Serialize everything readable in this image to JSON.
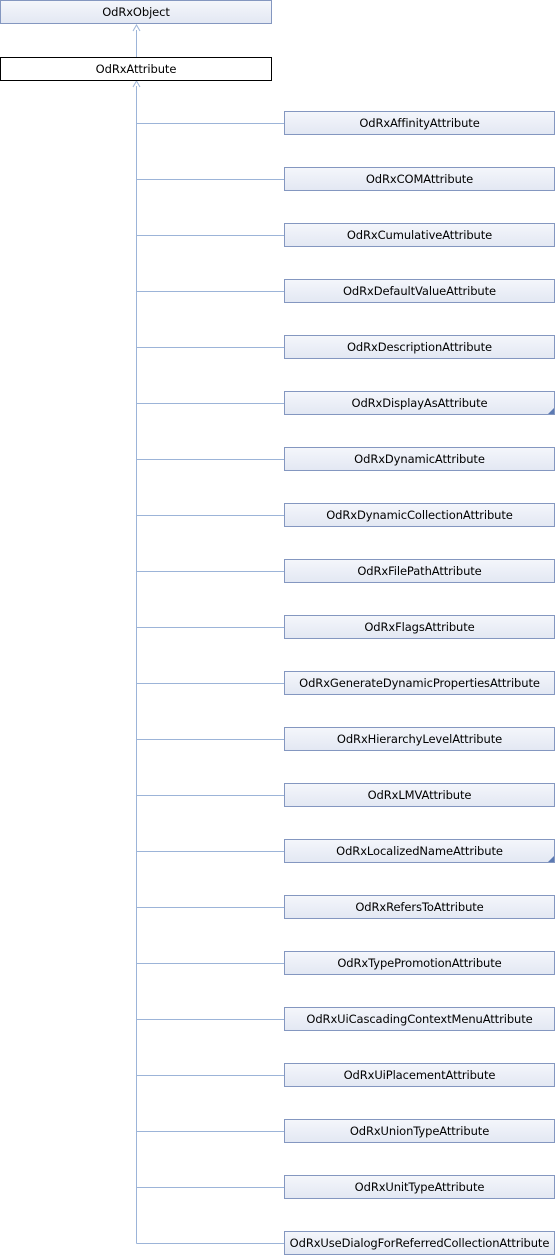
{
  "root": {
    "label": "OdRxObject"
  },
  "current": {
    "label": "OdRxAttribute"
  },
  "children": [
    {
      "label": "OdRxAffinityAttribute",
      "has_more": false
    },
    {
      "label": "OdRxCOMAttribute",
      "has_more": false
    },
    {
      "label": "OdRxCumulativeAttribute",
      "has_more": false
    },
    {
      "label": "OdRxDefaultValueAttribute",
      "has_more": false
    },
    {
      "label": "OdRxDescriptionAttribute",
      "has_more": false
    },
    {
      "label": "OdRxDisplayAsAttribute",
      "has_more": true
    },
    {
      "label": "OdRxDynamicAttribute",
      "has_more": false
    },
    {
      "label": "OdRxDynamicCollectionAttribute",
      "has_more": false
    },
    {
      "label": "OdRxFilePathAttribute",
      "has_more": false
    },
    {
      "label": "OdRxFlagsAttribute",
      "has_more": false
    },
    {
      "label": "OdRxGenerateDynamicPropertiesAttribute",
      "has_more": false
    },
    {
      "label": "OdRxHierarchyLevelAttribute",
      "has_more": false
    },
    {
      "label": "OdRxLMVAttribute",
      "has_more": false
    },
    {
      "label": "OdRxLocalizedNameAttribute",
      "has_more": true
    },
    {
      "label": "OdRxRefersToAttribute",
      "has_more": false
    },
    {
      "label": "OdRxTypePromotionAttribute",
      "has_more": false
    },
    {
      "label": "OdRxUiCascadingContextMenuAttribute",
      "has_more": false
    },
    {
      "label": "OdRxUiPlacementAttribute",
      "has_more": false
    },
    {
      "label": "OdRxUnionTypeAttribute",
      "has_more": false
    },
    {
      "label": "OdRxUnitTypeAttribute",
      "has_more": false
    },
    {
      "label": "OdRxUseDialogForReferredCollectionAttribute",
      "has_more": false
    }
  ],
  "colors": {
    "edge": "#9cb4d8",
    "node_border": "#8497c0",
    "fold": "#5c7ab3"
  }
}
